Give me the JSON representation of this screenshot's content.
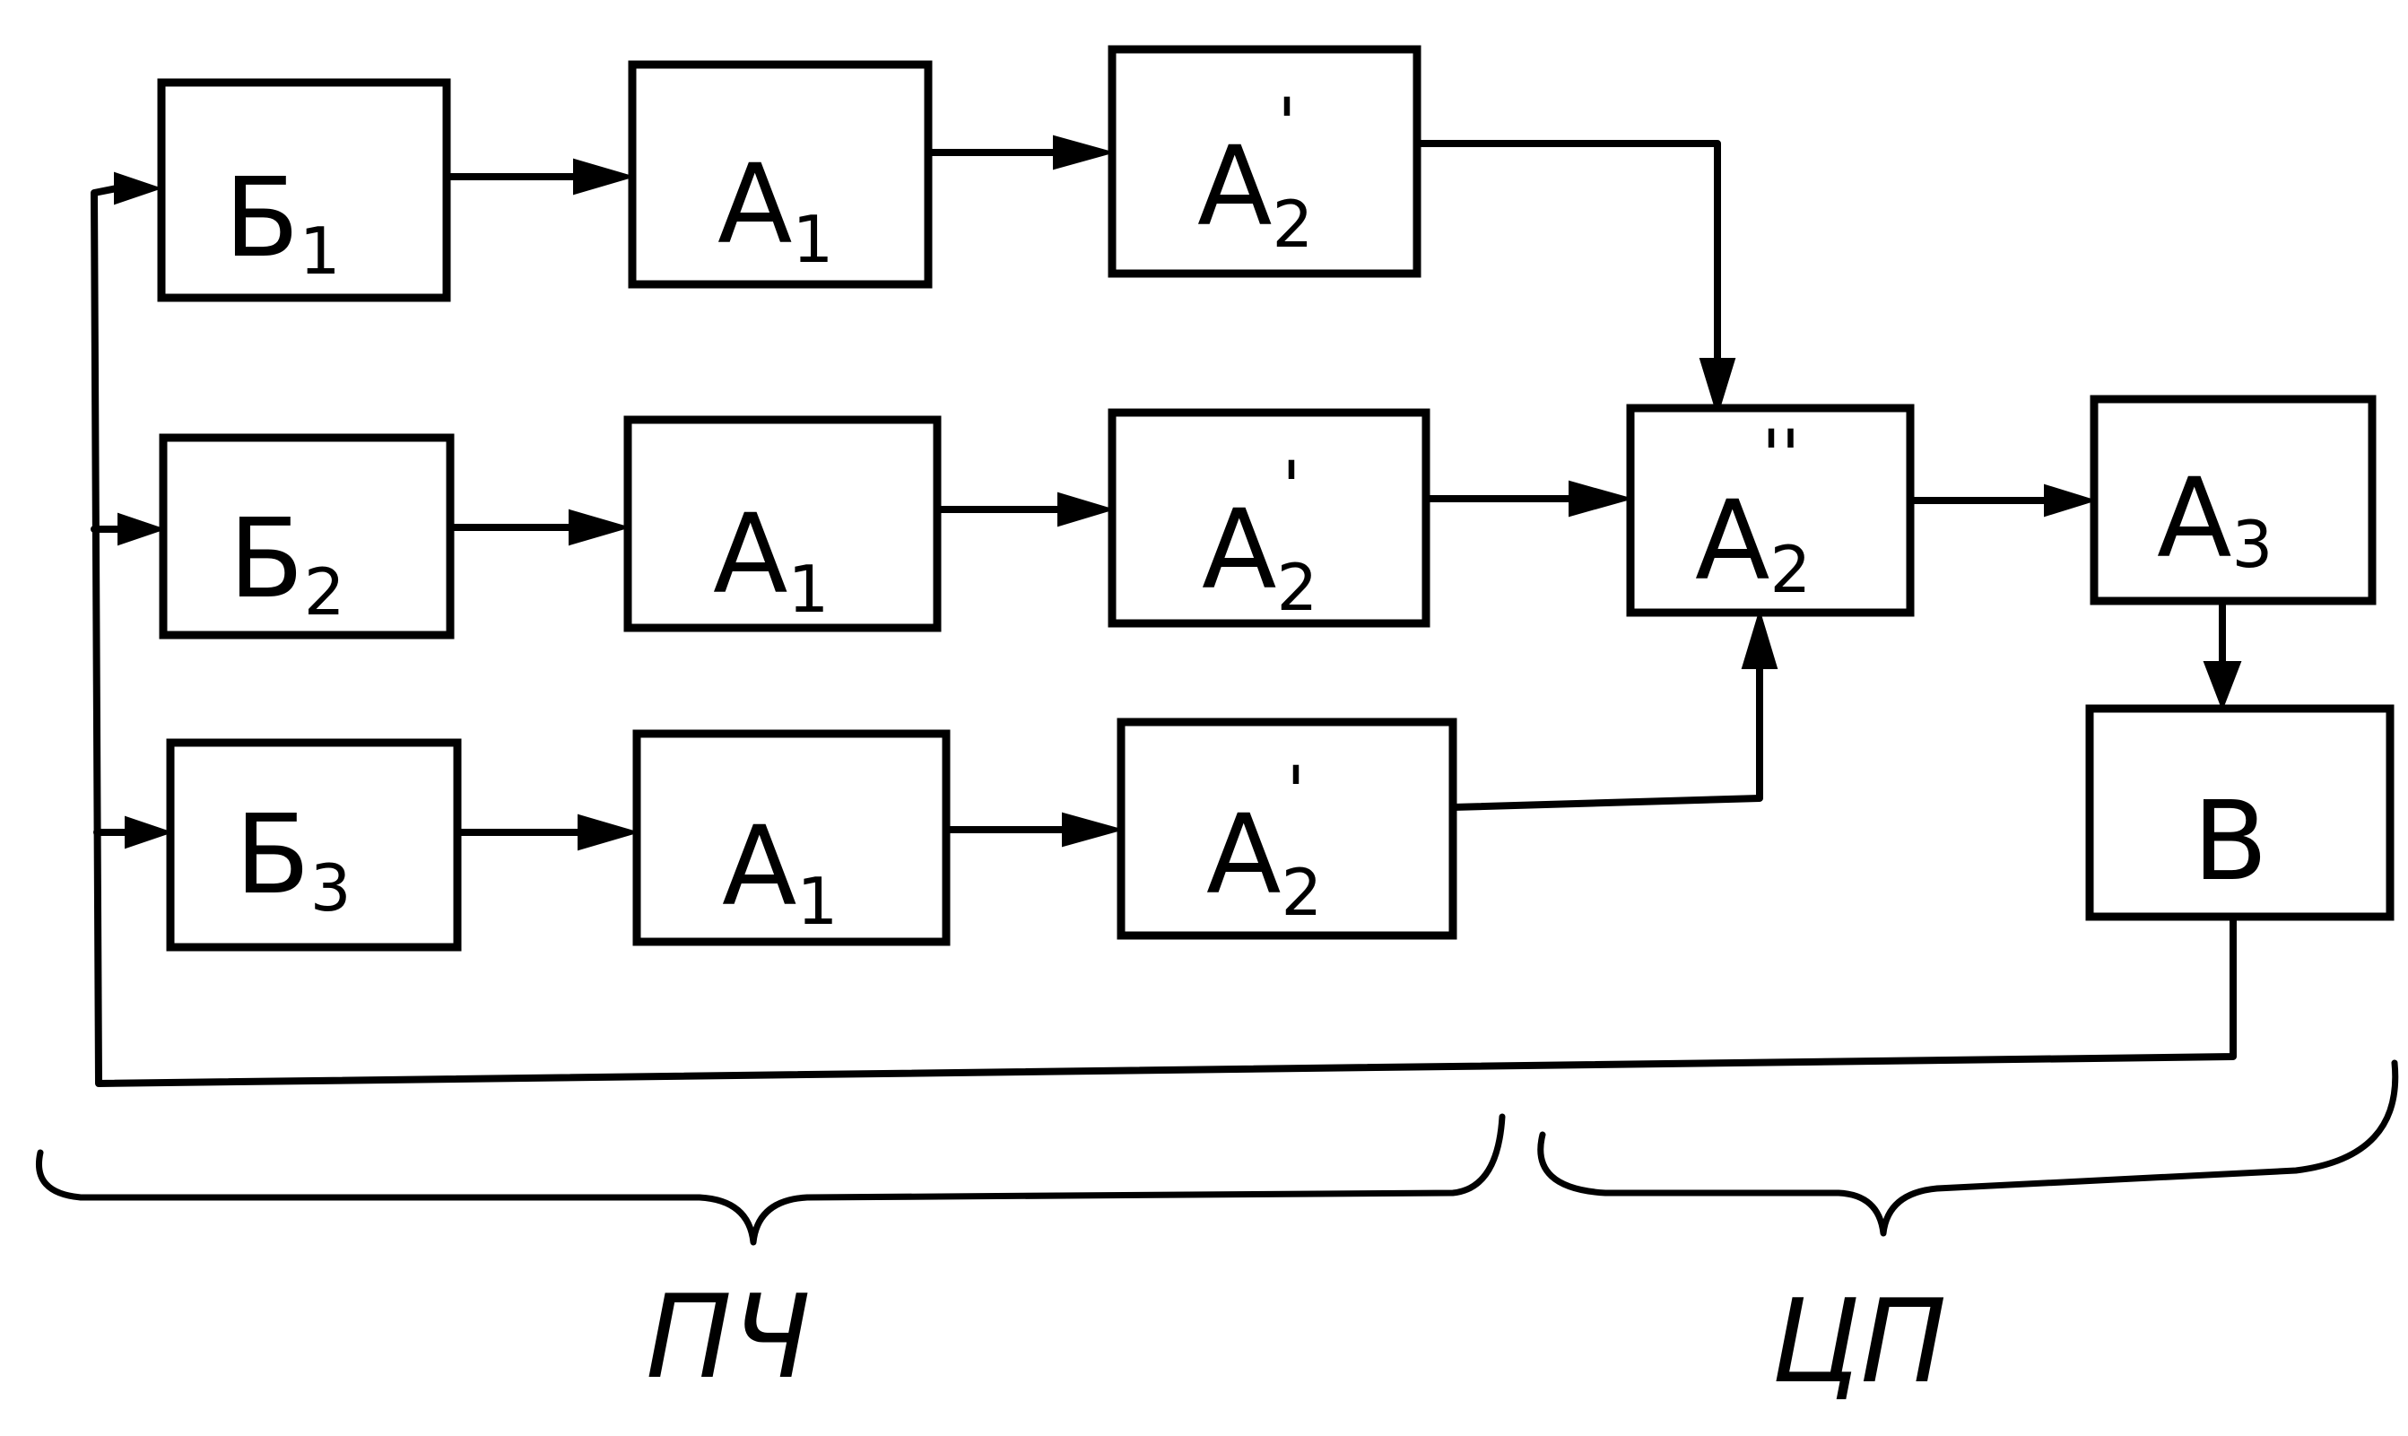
{
  "blocks": {
    "b1": {
      "main": "Б",
      "sub": "1",
      "sup": ""
    },
    "b2": {
      "main": "Б",
      "sub": "2",
      "sup": ""
    },
    "b3": {
      "main": "Б",
      "sub": "3",
      "sup": ""
    },
    "a1_1": {
      "main": "A",
      "sub": "1",
      "sup": ""
    },
    "a1_2": {
      "main": "A",
      "sub": "1",
      "sup": ""
    },
    "a1_3": {
      "main": "A",
      "sub": "1",
      "sup": ""
    },
    "a2p_1": {
      "main": "A",
      "sub": "2",
      "sup": "'"
    },
    "a2p_2": {
      "main": "A",
      "sub": "2",
      "sup": "'"
    },
    "a2p_3": {
      "main": "A",
      "sub": "2",
      "sup": "'"
    },
    "a2pp": {
      "main": "A",
      "sub": "2",
      "sup": "''"
    },
    "a3": {
      "main": "A",
      "sub": "3",
      "sup": ""
    },
    "v": {
      "main": "B",
      "sub": "",
      "sup": ""
    }
  },
  "groups": {
    "left": "ПЧ",
    "right": "ЦП"
  }
}
